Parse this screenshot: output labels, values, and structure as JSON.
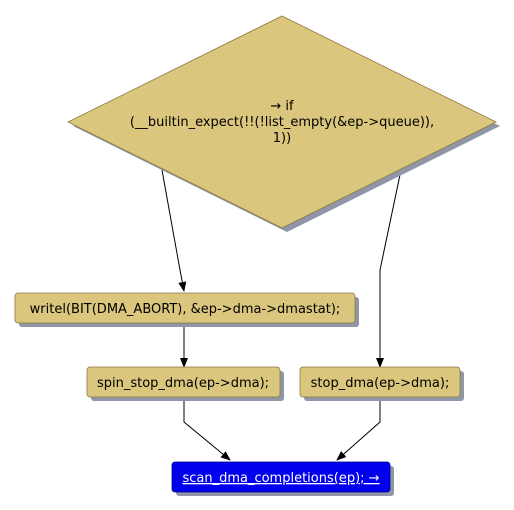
{
  "diagram": {
    "decision": {
      "lines": [
        "→ if",
        "(__builtin_expect(!!(!list_empty(&ep->queue)),",
        "1))"
      ]
    },
    "writel": {
      "label": "writel(BIT(DMA_ABORT), &ep->dma->dmastat);"
    },
    "spin_stop": {
      "label": "spin_stop_dma(ep->dma);"
    },
    "stop": {
      "label": "stop_dma(ep->dma);"
    },
    "scan": {
      "label": "scan_dma_completions(ep); →"
    }
  },
  "colors": {
    "node_fill": "#dbc67d",
    "node_stroke": "#8c7a3e",
    "shadow": "#8f96a8",
    "end_fill": "#0000ee",
    "end_text": "#ffffff",
    "edge": "#000000"
  }
}
